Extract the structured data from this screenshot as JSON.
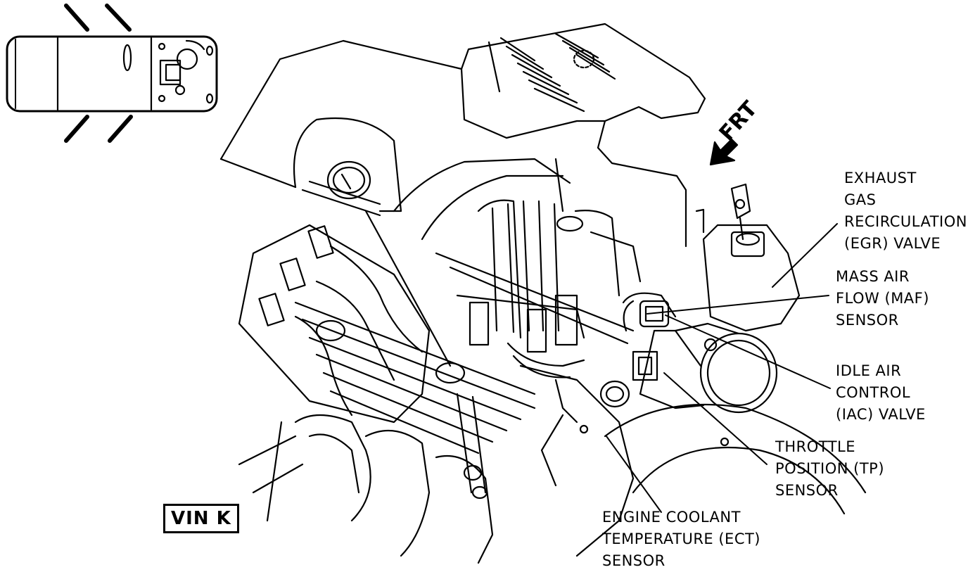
{
  "orientation_label": "FRT",
  "engine_badge": "VIN K",
  "callouts": {
    "egr": [
      "EXHAUST",
      "GAS",
      "RECIRCULATION",
      "(EGR) VALVE"
    ],
    "maf": [
      "MASS AIR",
      "FLOW (MAF)",
      "SENSOR"
    ],
    "iac": [
      "IDLE AIR",
      "CONTROL",
      "(IAC) VALVE"
    ],
    "tp": [
      "THROTTLE",
      "POSITION (TP)",
      "SENSOR"
    ],
    "ect": [
      "ENGINE COOLANT",
      "TEMPERATURE (ECT)",
      "SENSOR"
    ]
  },
  "icons": {
    "vehicle_locator": "vehicle-top-view-icon",
    "front_arrow": "front-arrow-icon"
  },
  "colors": {
    "ink": "#000000",
    "paper": "#ffffff"
  }
}
